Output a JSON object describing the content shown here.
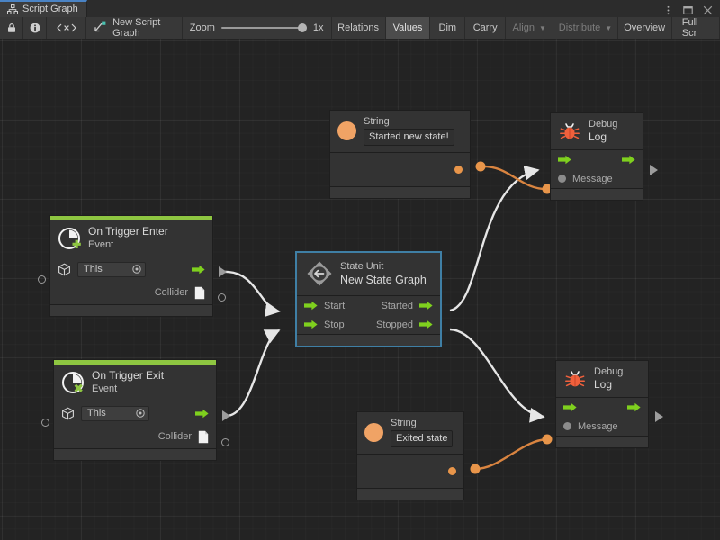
{
  "window": {
    "tab_label": "Script Graph",
    "tab_icon": "script-graph-icon",
    "menu_icon": "kebab-menu-icon",
    "maximize_icon": "maximize-icon",
    "close_icon": "close-icon"
  },
  "toolbar": {
    "lock_icon": "lock-icon",
    "info_icon": "info-icon",
    "code_icon": "code-brackets-icon",
    "graph_icon": "graph-node-icon",
    "graph_name": "New Script Graph",
    "zoom_label": "Zoom",
    "zoom_value": "1x",
    "buttons": [
      {
        "label": "Relations",
        "state": "normal"
      },
      {
        "label": "Values",
        "state": "active"
      },
      {
        "label": "Dim",
        "state": "normal"
      },
      {
        "label": "Carry",
        "state": "normal"
      },
      {
        "label": "Align",
        "state": "disabled",
        "caret": true
      },
      {
        "label": "Distribute",
        "state": "disabled",
        "caret": true
      },
      {
        "label": "Overview",
        "state": "normal"
      },
      {
        "label": "Full Scr",
        "state": "normal"
      }
    ]
  },
  "colors": {
    "accent_green": "#8ec641",
    "flow_arrow_green": "#7fd01e",
    "value_orange": "#e8954a",
    "selection_blue": "#3f7fa5",
    "canvas_bg": "#232323",
    "node_bg": "#333333",
    "wire_white": "#e6e6e6"
  },
  "nodes": {
    "on_trigger_enter": {
      "icon": "event-trigger-enter-icon",
      "title": "On Trigger Enter",
      "subtitle": "Event",
      "target_value": "This",
      "target_icon": "cube-icon",
      "picker_icon": "object-picker-icon",
      "flow_out_icon": "flow-arrow-icon",
      "output_label": "Collider",
      "output_icon": "file-icon"
    },
    "on_trigger_exit": {
      "icon": "event-trigger-exit-icon",
      "title": "On Trigger Exit",
      "subtitle": "Event",
      "target_value": "This",
      "target_icon": "cube-icon",
      "picker_icon": "object-picker-icon",
      "flow_out_icon": "flow-arrow-icon",
      "output_label": "Collider",
      "output_icon": "file-icon"
    },
    "state_unit": {
      "icon": "state-unit-icon",
      "title": "State Unit",
      "subtitle": "New  State  Graph",
      "selected": true,
      "inputs": [
        {
          "label": "Start",
          "icon": "flow-arrow-icon"
        },
        {
          "label": "Stop",
          "icon": "flow-arrow-icon"
        }
      ],
      "outputs": [
        {
          "label": "Started",
          "icon": "flow-arrow-icon"
        },
        {
          "label": "Stopped",
          "icon": "flow-arrow-icon"
        }
      ]
    },
    "string_top": {
      "icon": "string-value-icon",
      "title": "String",
      "value": "Started new state!",
      "output_icon": "value-port-icon"
    },
    "string_bottom": {
      "icon": "string-value-icon",
      "title": "String",
      "value": "Exited state",
      "output_icon": "value-port-icon"
    },
    "debug_log_top": {
      "icon": "debug-bug-icon",
      "title": "Debug",
      "subtitle": "Log",
      "flow_in_icon": "flow-arrow-icon",
      "flow_out_icon": "flow-arrow-icon",
      "input_label": "Message",
      "input_icon": "value-port-icon"
    },
    "debug_log_bottom": {
      "icon": "debug-bug-icon",
      "title": "Debug",
      "subtitle": "Log",
      "flow_in_icon": "flow-arrow-icon",
      "flow_out_icon": "flow-arrow-icon",
      "input_label": "Message",
      "input_icon": "value-port-icon"
    }
  }
}
